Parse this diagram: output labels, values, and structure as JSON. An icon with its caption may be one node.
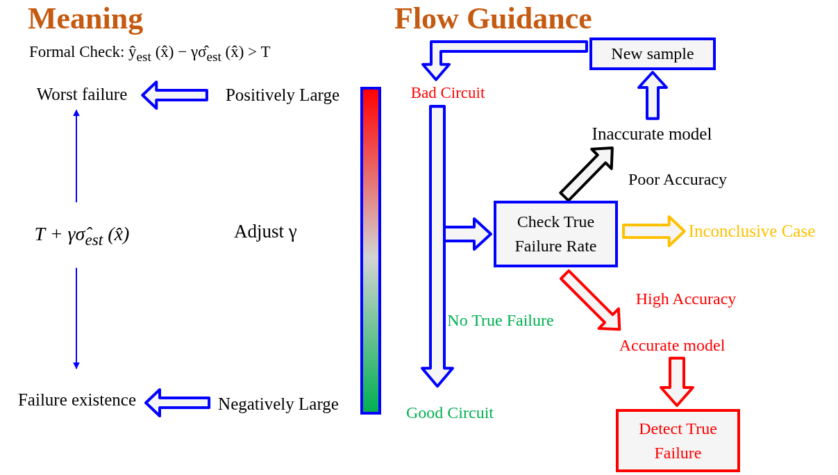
{
  "diagram": {
    "nodes": [
      {
        "text": [
          "Worst failure"
        ]
      },
      {
        "text": [
          "Positively Large"
        ]
      },
      {
        "text": [
          "T + γσ̂$_{est}$ (x̂)"
        ]
      },
      {
        "text": [
          "Failure existence"
        ]
      },
      {
        "text": [
          "Negatively Large"
        ]
      },
      {
        "text": [
          "New sample"
        ]
      },
      {
        "text": [
          "Bad Circuit"
        ]
      },
      {
        "text": [
          "Inaccurate model"
        ]
      },
      {
        "text": [
          "Check True Failure Rate"
        ]
      },
      {
        "text": [
          "Inconclusive Case"
        ]
      },
      {
        "text": [
          "Accurate model"
        ]
      },
      {
        "text": [
          "Good Circuit"
        ]
      },
      {
        "text": [
          "Detect True Failure"
        ]
      },
      {
        "text": [],
        "shape": "bar"
      }
    ],
    "edges": [
      {
        "from": 1,
        "to": 0,
        "arrow": "to",
        "style": "thick"
      },
      {
        "from": 2,
        "to": 0,
        "arrow": "to"
      },
      {
        "from": 2,
        "to": 3,
        "arrow": "to"
      },
      {
        "from": 4,
        "to": 3,
        "arrow": "to",
        "style": "thick"
      },
      {
        "from": 5,
        "to": 6,
        "arrow": "to",
        "style": "thick"
      },
      {
        "from": 6,
        "to": 8,
        "arrow": "to",
        "style": "thick"
      },
      {
        "from": 6,
        "to": 11,
        "arrow": "to",
        "style": "thick",
        "label": "No True Failure"
      },
      {
        "from": 8,
        "to": 7,
        "arrow": "to",
        "style": "thick",
        "color": "#000000",
        "label": "Poor Accuracy"
      },
      {
        "from": 7,
        "to": 5,
        "arrow": "to",
        "style": "thick"
      },
      {
        "from": 8,
        "to": 9,
        "arrow": "to",
        "style": "thick",
        "color": "#ffc000"
      },
      {
        "from": 8,
        "to": 10,
        "arrow": "to",
        "style": "thick",
        "color": "#ff0000",
        "label": "High Accuracy"
      },
      {
        "from": 10,
        "to": 12,
        "arrow": "to",
        "style": "thick",
        "color": "#ff0000"
      }
    ],
    "labels": [
      "Meaning",
      "Flow Guidance",
      "Formal Check: ŷ$_{est}$ (x̂) − γσ̂$_{est}$ (x̂) > T",
      "Adjust γ"
    ]
  }
}
